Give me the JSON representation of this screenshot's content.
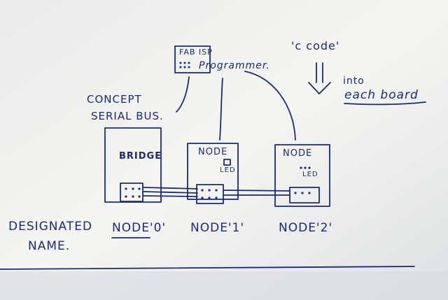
{
  "programmer": {
    "line1": "FAB ISP",
    "line2": "Programmer."
  },
  "concept": {
    "line1": "CONCEPT",
    "line2": "SERIAL BUS."
  },
  "ccode": {
    "line1": "'c code'",
    "line2": "into",
    "line3": "each board"
  },
  "bridge": {
    "label": "BRIDGE"
  },
  "node1": {
    "label": "NODE",
    "led": "LED"
  },
  "node2": {
    "label": "NODE",
    "led": "LED"
  },
  "designated": {
    "line1": "DESIGNATED",
    "line2": "NAME."
  },
  "names": [
    "NODE'0'",
    "NODE'1'",
    "NODE'2'"
  ],
  "colors": {
    "ink": "#1c2a78",
    "paper": "#f4f4f1",
    "shadow": "#c9ccd1"
  }
}
